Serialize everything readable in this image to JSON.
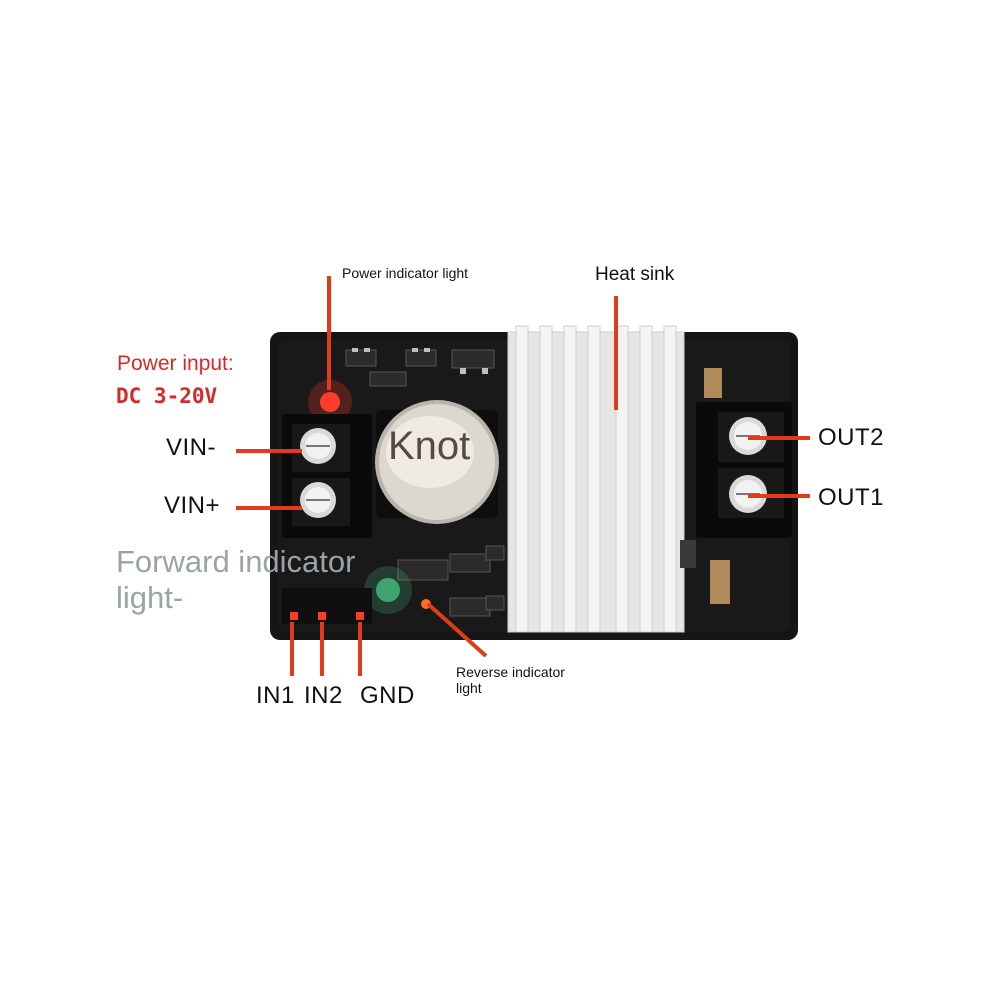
{
  "board_labels": {
    "knot": "Knot",
    "power_input_line1": "Power input:",
    "power_input_line2": "DC 3-20V",
    "power_indicator": "Power indicator light",
    "heat_sink": "Heat sink",
    "forward_indicator_line1": "Forward indicator",
    "forward_indicator_line2": "light-",
    "reverse_indicator_line1": "Reverse indicator",
    "reverse_indicator_line2": "light"
  },
  "pins": {
    "vin_minus": "VIN-",
    "vin_plus": "VIN+",
    "out2": "OUT2",
    "out1": "OUT1",
    "in1": "IN1",
    "in2": "IN2",
    "gnd": "GND"
  },
  "colors": {
    "board": "#151515",
    "callout_line": "#e23a1a",
    "power_text": "#d42a2a",
    "forward_text": "#9aa3a8",
    "heatsink": "#e6e6e6"
  }
}
